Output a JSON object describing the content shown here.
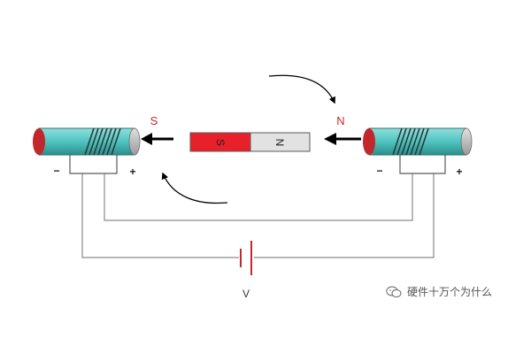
{
  "labels": {
    "pole_s": "S",
    "pole_n": "N",
    "magnet_s": "S",
    "magnet_n": "N",
    "minus_left": "−",
    "plus_left": "+",
    "minus_right": "−",
    "plus_right": "+",
    "voltage": "V"
  },
  "watermark": {
    "text": "硬件十万个为什么",
    "icon": "wechat-icon"
  },
  "colors": {
    "coil_body": "#4fc4c0",
    "coil_end": "#c0282b",
    "winding": "#2a3a3a",
    "magnet_s": "#e8202a",
    "magnet_n": "#e2e2e2",
    "pole_s": "#c0282b",
    "pole_n": "#c0282b",
    "arrow": "#000000",
    "wire": "#8a8a8a",
    "battery": "#c0282b"
  }
}
